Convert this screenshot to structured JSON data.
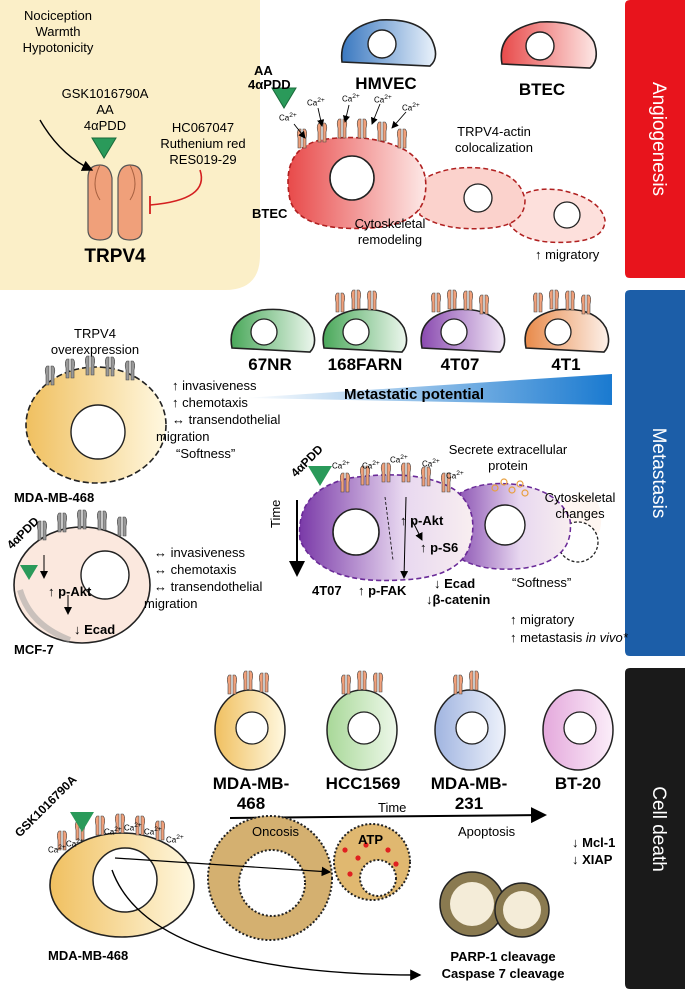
{
  "sections": {
    "angiogenesis": "Angiogenesis",
    "metastasis": "Metastasis",
    "cell_death": "Cell death"
  },
  "trpv4_panel": {
    "stimuli": [
      "Nociception",
      "Warmth",
      "Hypotonicity"
    ],
    "agonists": [
      "GSK1016790A",
      "AA",
      "4αPDD"
    ],
    "antagonists": [
      "HC067047",
      "Ruthenium red",
      "RES019-29"
    ],
    "channel_label": "TRPV4"
  },
  "angiogenesis": {
    "cells": [
      "HMVEC",
      "BTEC"
    ],
    "agonists": [
      "AA",
      "4αPDD"
    ],
    "ion": "Ca",
    "ion_charge": "2+",
    "cell_label": "BTEC",
    "colocalization": [
      "TRPV4-actin",
      "colocalization"
    ],
    "remodeling": [
      "Cytoskeletal",
      "remodeling"
    ],
    "migratory": "↑ migratory"
  },
  "metastasis": {
    "overexpression": [
      "TRPV4",
      "overexpression"
    ],
    "mda468_effects": [
      "↑ invasiveness",
      "↑ chemotaxis",
      "↔ transendothelial",
      "migration",
      "“Softness”"
    ],
    "mda468_label": "MDA-MB-468",
    "mcf7_agonist": "4αPDD",
    "mcf7_pakt": "↑ p-Akt",
    "mcf7_ecad": "↓ Ecad",
    "mcf7_label": "MCF-7",
    "mcf7_effects": [
      "↔ invasiveness",
      "↔ chemotaxis",
      "↔ transendothelial",
      "migration"
    ],
    "lines": [
      "67NR",
      "168FARN",
      "4T07",
      "4T1"
    ],
    "potential_label": "Metastatic potential",
    "time_label": "Time",
    "agonist": "4αPDD",
    "secrete": [
      "Secrete extracellular",
      "protein"
    ],
    "cytoskeletal": [
      "Cytoskeletal",
      "changes"
    ],
    "pakt": "↑ p-Akt",
    "ps6": "↑ p-S6",
    "cell_4t07": "4T07",
    "pfak": "↑ p-FAK",
    "ecad": "↓ Ecad",
    "bcatenin": "↓β-catenin",
    "softness": "“Softness”",
    "migratory": "↑ migratory",
    "metastasis_prefix": "↑ metastasis ",
    "metastasis_italic": "in vivo*"
  },
  "cell_death": {
    "lines": [
      "MDA-MB-\n468",
      "HCC1569",
      "MDA-MB-\n231",
      "BT-20"
    ],
    "time_label": "Time",
    "agonist": "GSK1016790A",
    "oncosis": "Oncosis",
    "apoptosis": "Apoptosis",
    "atp": "ATP",
    "mcl1": "↓ Mcl-1",
    "xiap": "↓ XIAP",
    "cell_label": "MDA-MB-468",
    "parp": "PARP-1 cleavage",
    "caspase": "Caspase 7 cleavage"
  },
  "colors": {
    "angiogenesis_bar": "#e8141c",
    "metastasis_bar": "#1c5ea8",
    "cell_death_bar": "#1a1a1a",
    "panel_bg": "#fbefc8",
    "trpv4_channel": "#f0a07a",
    "agonist_triangle": "#2a9a5a",
    "antagonist_line": "#d42020",
    "hmvec": "#3a78c0",
    "btec": "#e84a4a",
    "nr67": "#4aa85a",
    "farn168": "#50aa5a",
    "t07": "#8a4ab0",
    "t1": "#e88a4a",
    "potential_gradient": "#1a7ad0",
    "mda468_cell": "#f4d07a",
    "hcc1569": "#b8e0a8",
    "mda231": "#b0c0e8",
    "bt20": "#e8b8e0",
    "oncosis_cell": "#d4b070",
    "atp_dots": "#e02020",
    "apoptotic_body": "#8a7a50"
  }
}
